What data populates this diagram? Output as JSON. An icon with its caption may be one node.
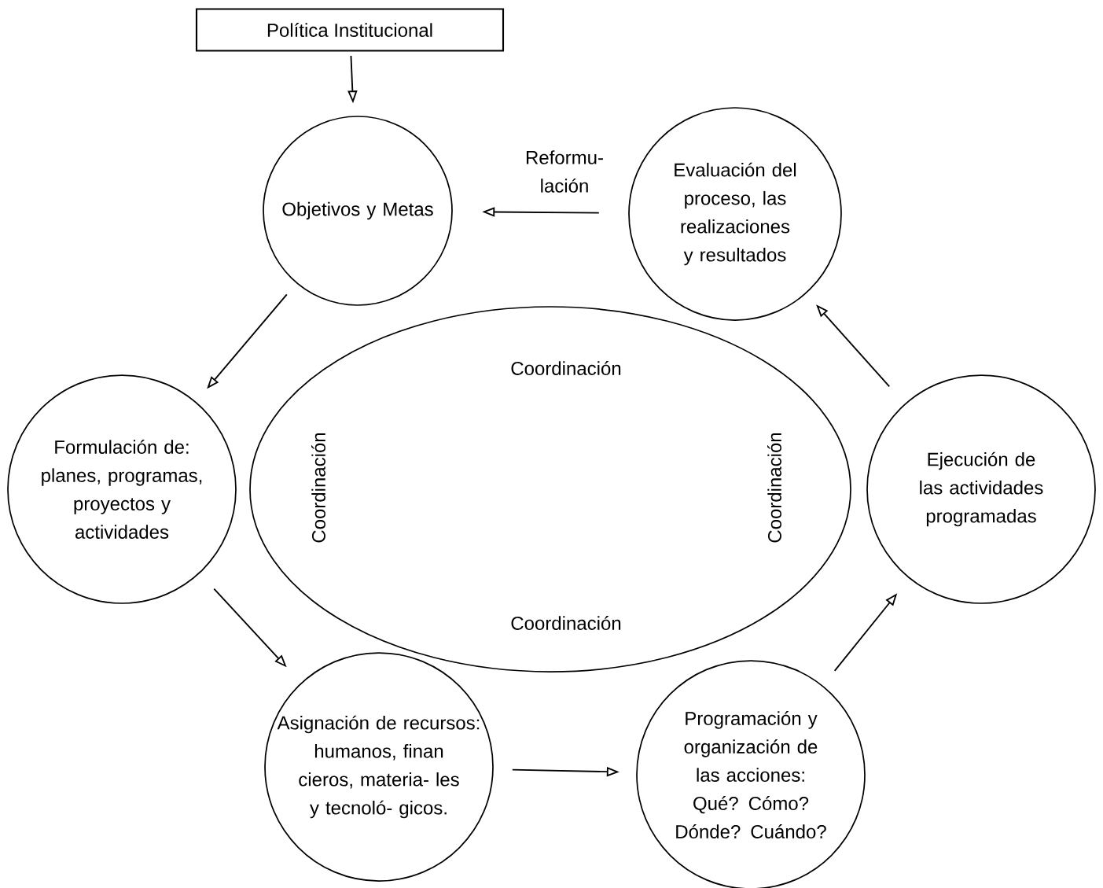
{
  "diagram": {
    "nodes": [
      {
        "text": [
          "Política Institucional"
        ]
      },
      {
        "text": [
          "Objetivos y Metas"
        ]
      },
      {
        "text": [
          "Evaluación del proceso, las realizaciones y resultados"
        ]
      },
      {
        "text": [
          "Coordinación",
          "Coordinación",
          "Coordinación",
          "Coordinación"
        ]
      },
      {
        "text": [
          "Formulación de: planes, programas, proyectos y actividades"
        ]
      },
      {
        "text": [
          "Ejecución de las actividades programadas"
        ]
      },
      {
        "text": [
          "Asignación de recursos: humanos, finan cieros, materia- les y tecnoló- gicos."
        ]
      },
      {
        "text": [
          "Programación y organización de las acciones: Qué? Cómo? Dónde? Cuándo?"
        ]
      }
    ],
    "edges": [
      {
        "from": 0,
        "to": 1,
        "arrow": "to"
      },
      {
        "from": 2,
        "to": 1,
        "arrow": "to",
        "label": "Reformu- lación"
      },
      {
        "from": 1,
        "to": 4,
        "arrow": "to"
      },
      {
        "from": 4,
        "to": 6,
        "arrow": "to"
      },
      {
        "from": 6,
        "to": 7,
        "arrow": "to"
      },
      {
        "from": 7,
        "to": 5,
        "arrow": "to"
      },
      {
        "from": 5,
        "to": 2,
        "arrow": "to"
      }
    ]
  }
}
